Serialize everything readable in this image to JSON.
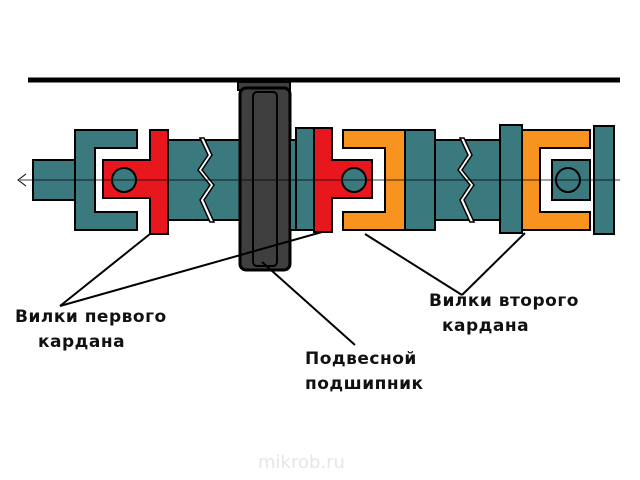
{
  "labels": {
    "first_forks_line1": "Вилки первого",
    "first_forks_line2": "кардана",
    "second_forks_line1": "Вилки второго",
    "second_forks_line2": "кардана",
    "bearing_line1": "Подвесной",
    "bearing_line2": "подшипник"
  },
  "watermark": "mikrob.ru",
  "colors": {
    "shaft": "#3a7a7f",
    "first_cardan_fork": "#e8171d",
    "second_cardan_fork": "#f7931e",
    "bearing": "#3f3f3f",
    "outline": "#000000",
    "beam": "#000000",
    "break_gap": "#ffffff"
  }
}
